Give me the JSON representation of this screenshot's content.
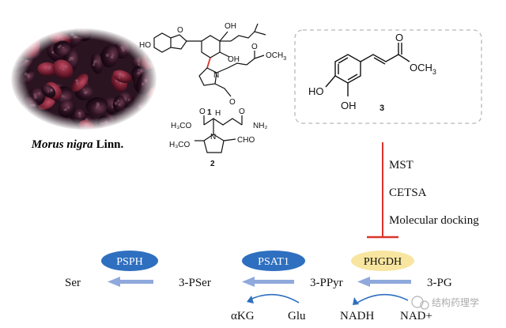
{
  "plant": {
    "species": "Morus nigra",
    "authority": "Linn."
  },
  "compounds": {
    "c1": {
      "number": "1",
      "atoms": {
        "ho1": "HO",
        "oh1": "OH",
        "o_ring": "O",
        "oh2": "OH",
        "o_ester": "O",
        "och3": "OCH",
        "och3_sub": "3",
        "n": "N",
        "o_ald": "O"
      }
    },
    "c2": {
      "number": "2",
      "atoms": {
        "h3co": "H₃CO",
        "o_ester": "O",
        "h": "H",
        "o_amide": "O",
        "nh2": "NH₂",
        "n": "N",
        "meoch2": "H₃CO",
        "cho": "CHO"
      }
    },
    "c3": {
      "number": "3",
      "atoms": {
        "ho": "HO",
        "oh": "OH",
        "o_carbonyl": "O",
        "och3": "OCH",
        "och3_sub": "3"
      }
    }
  },
  "methods": [
    "MST",
    "CETSA",
    "Molecular docking"
  ],
  "enzymes": {
    "psph": {
      "label": "PSPH",
      "color": "#2e6fc0"
    },
    "psat1": {
      "label": "PSAT1",
      "color": "#2e6fc0"
    },
    "phgdh": {
      "label": "PHGDH",
      "color": "#f8e6a0"
    }
  },
  "metabolites": {
    "ser": "Ser",
    "pser": "3-PSer",
    "ppyr": "3-PPyr",
    "pg": "3-PG"
  },
  "cofactors": {
    "akg": "αKG",
    "glu": "Glu",
    "nadh": "NADH",
    "nad": "NAD+"
  },
  "watermark": {
    "text": "结构药理学"
  },
  "colors": {
    "inhibition": "#d9342b",
    "arrow": "#8fa9dc",
    "box_border": "#b8b8b8"
  }
}
